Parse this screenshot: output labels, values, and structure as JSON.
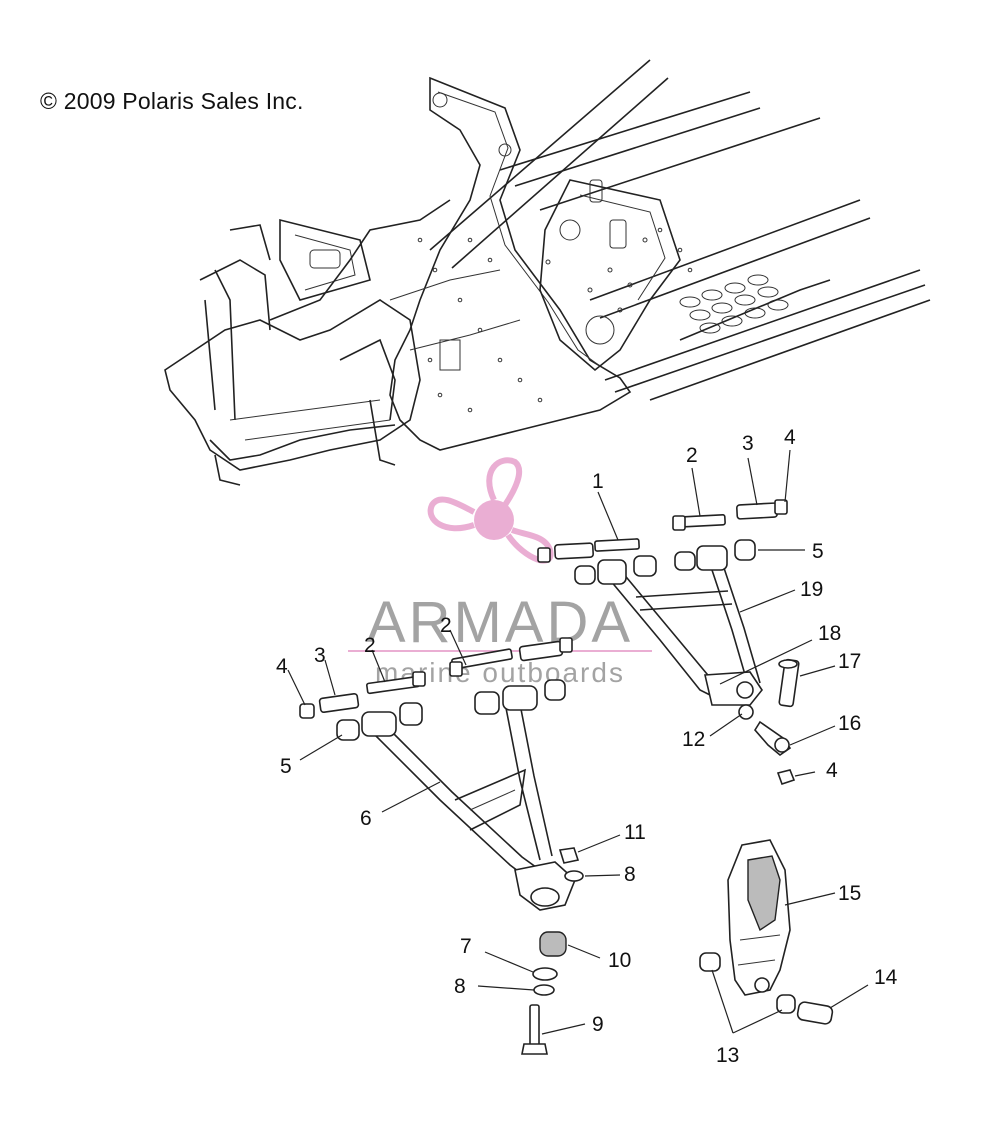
{
  "copyright": "© 2009 Polaris Sales Inc.",
  "watermark": {
    "brand": "ARMADA",
    "tagline": "marine outboards",
    "colors": {
      "pink": "#e8a6cf",
      "gray": "#9a9a9a"
    }
  },
  "callouts": [
    {
      "id": "c1",
      "label": "1"
    },
    {
      "id": "c2a",
      "label": "2"
    },
    {
      "id": "c3a",
      "label": "3"
    },
    {
      "id": "c4a",
      "label": "4"
    },
    {
      "id": "c5a",
      "label": "5"
    },
    {
      "id": "c19",
      "label": "19"
    },
    {
      "id": "c18",
      "label": "18"
    },
    {
      "id": "c17",
      "label": "17"
    },
    {
      "id": "c16",
      "label": "16"
    },
    {
      "id": "c12",
      "label": "12"
    },
    {
      "id": "c4b",
      "label": "4"
    },
    {
      "id": "c2b",
      "label": "2"
    },
    {
      "id": "c2c",
      "label": "2"
    },
    {
      "id": "c3b",
      "label": "3"
    },
    {
      "id": "c4c",
      "label": "4"
    },
    {
      "id": "c5b",
      "label": "5"
    },
    {
      "id": "c6",
      "label": "6"
    },
    {
      "id": "c11",
      "label": "11"
    },
    {
      "id": "c8a",
      "label": "8"
    },
    {
      "id": "c15",
      "label": "15"
    },
    {
      "id": "c7",
      "label": "7"
    },
    {
      "id": "c10",
      "label": "10"
    },
    {
      "id": "c8b",
      "label": "8"
    },
    {
      "id": "c9",
      "label": "9"
    },
    {
      "id": "c14",
      "label": "14"
    },
    {
      "id": "c13",
      "label": "13"
    }
  ]
}
